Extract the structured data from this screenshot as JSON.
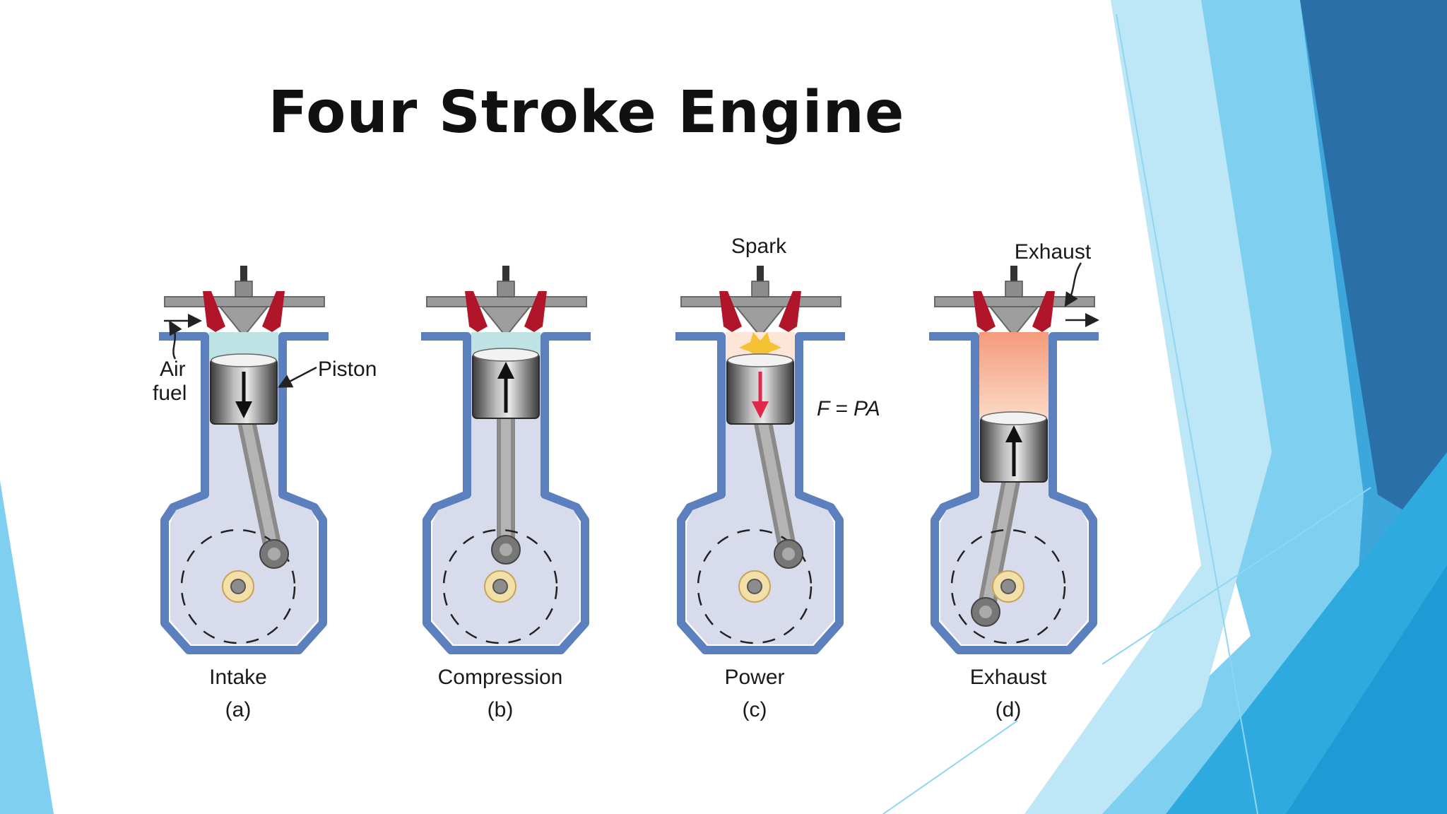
{
  "slide": {
    "title": "Four Stroke Engine"
  },
  "diagram": {
    "annotations": {
      "air_fuel_line1": "Air",
      "air_fuel_line2": "fuel",
      "piston": "Piston",
      "spark": "Spark",
      "force_formula": "F = PA",
      "exhaust_out": "Exhaust"
    },
    "strokes": [
      {
        "name": "Intake",
        "letter": "(a)"
      },
      {
        "name": "Compression",
        "letter": "(b)"
      },
      {
        "name": "Power",
        "letter": "(c)"
      },
      {
        "name": "Exhaust",
        "letter": "(d)"
      }
    ],
    "colors": {
      "cylinder_wall": "#5b80bd",
      "cylinder_fill": "#d7dbeb",
      "valve": "#b0152a",
      "intake_charge": "#bfe3e4",
      "power_flash": "#f4c233",
      "exhaust_gas": "#f6a888",
      "piston_dark": "#4a4a4a",
      "bearing": "#f3e0a8",
      "force_arrow": "#e0284a"
    }
  },
  "theme": {
    "accent_colors": [
      "#2a6aa3",
      "#3e9fd8",
      "#7bcdee",
      "#b8e4f6"
    ]
  }
}
